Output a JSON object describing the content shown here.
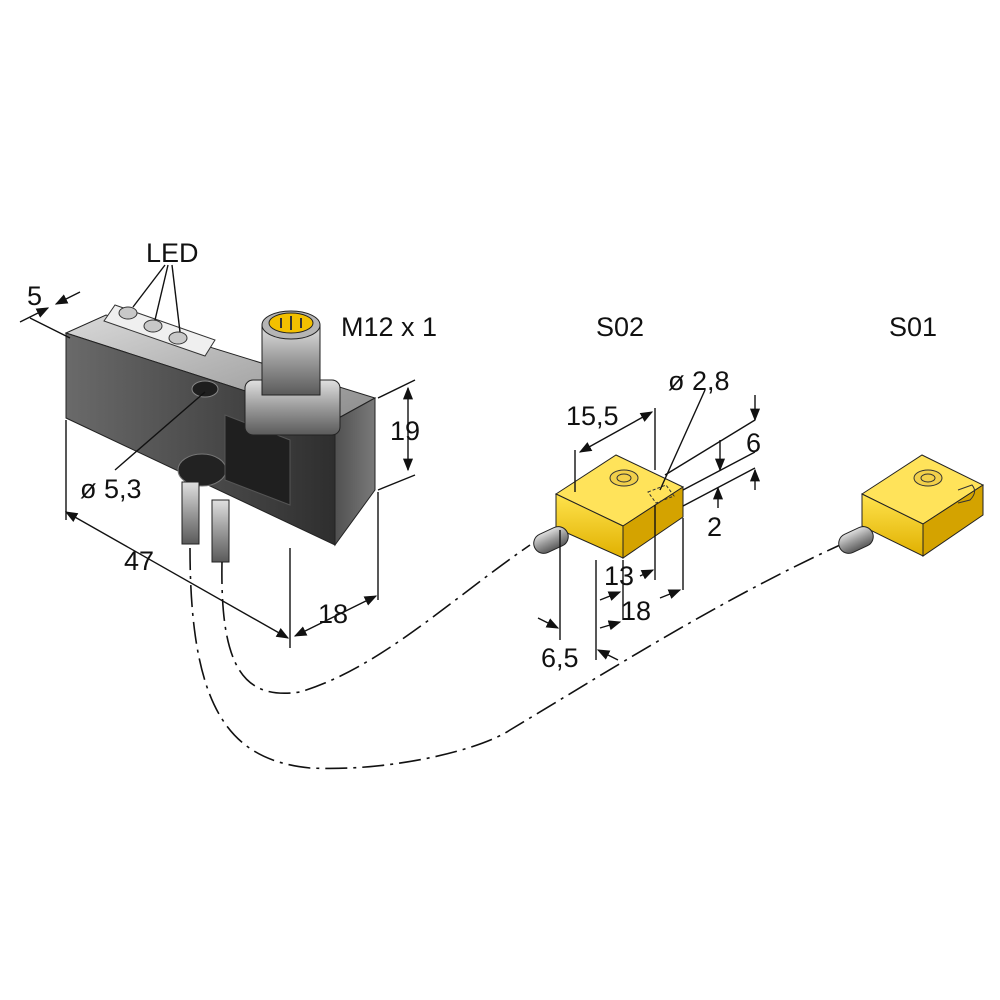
{
  "labels": {
    "led": "LED",
    "connector": "M12 x 1",
    "sensor_s02": "S02",
    "sensor_s01": "S01"
  },
  "dimensions": {
    "d5": "5",
    "d19": "19",
    "d47": "47",
    "d18_main": "18",
    "hole": "ø 5,3",
    "d15_5": "15,5",
    "hole_small": "ø 2,8",
    "d6": "6",
    "d2": "2",
    "d13": "13",
    "d18_sensor": "18",
    "d6_5": "6,5"
  },
  "colors": {
    "sensor_yellow": "#f5c400",
    "housing_dark": "#3a3a3a",
    "cable_grey": "#9a9a9a"
  }
}
